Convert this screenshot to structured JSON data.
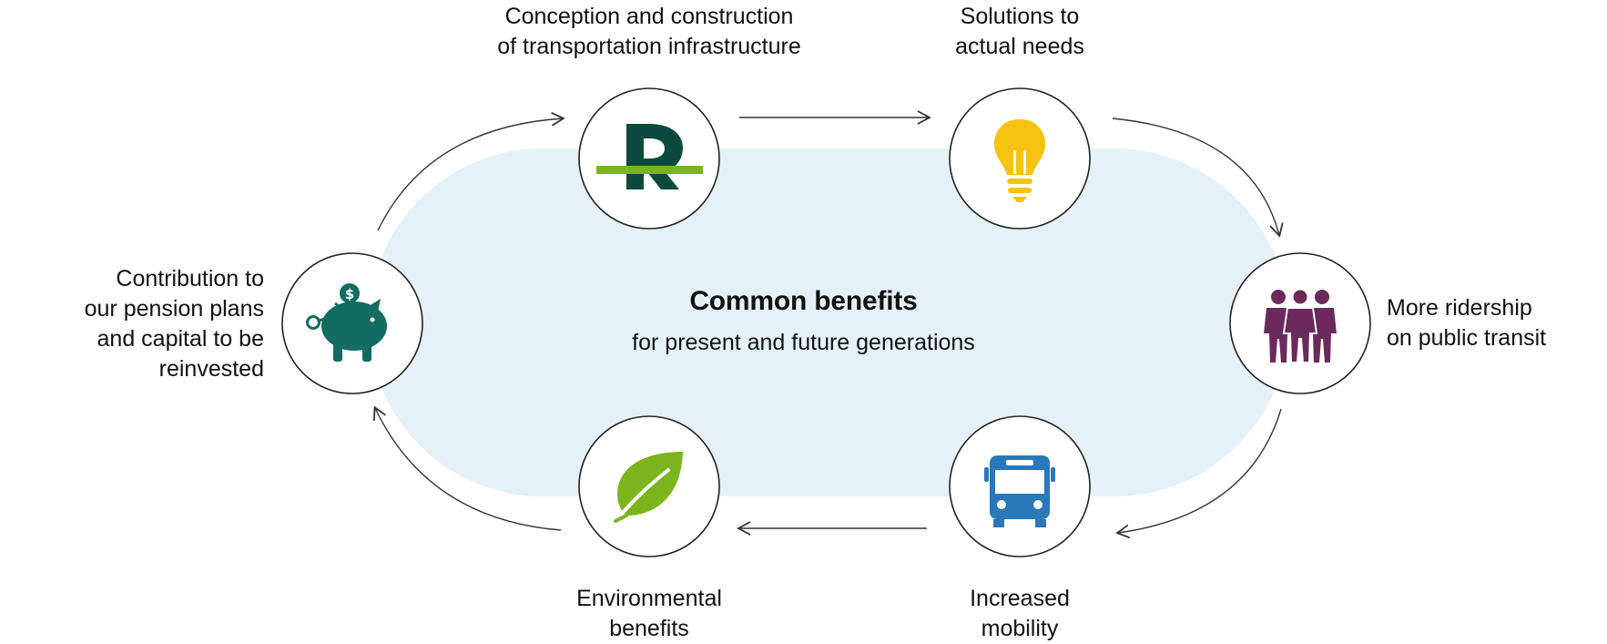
{
  "center": {
    "title": "Common benefits",
    "subtitle": "for present and future generations"
  },
  "nodes": {
    "construction": {
      "label": "Conception and construction\nof transportation infrastructure",
      "icon": "brand-r-logo-icon"
    },
    "solutions": {
      "label": "Solutions to\nactual needs",
      "icon": "lightbulb-icon"
    },
    "ridership": {
      "label": "More ridership\non public transit",
      "icon": "people-icon"
    },
    "mobility": {
      "label": "Increased\nmobility",
      "icon": "bus-icon"
    },
    "environment": {
      "label": "Environmental\nbenefits",
      "icon": "leaf-icon"
    },
    "pension": {
      "label": "Contribution to\nour pension plans\nand capital to be\nreinvested",
      "icon": "piggy-bank-icon"
    }
  },
  "colors": {
    "background_pill": "#e4f1f9",
    "brand_green_dark": "#0b4a3c",
    "brand_green_light": "#7ab51d",
    "bulb_yellow": "#f7c20f",
    "people_purple": "#6b2a5b",
    "bus_blue": "#2a78b9",
    "leaf_green": "#7ab51d",
    "piggy_teal": "#146b62",
    "arrow": "#333333"
  }
}
